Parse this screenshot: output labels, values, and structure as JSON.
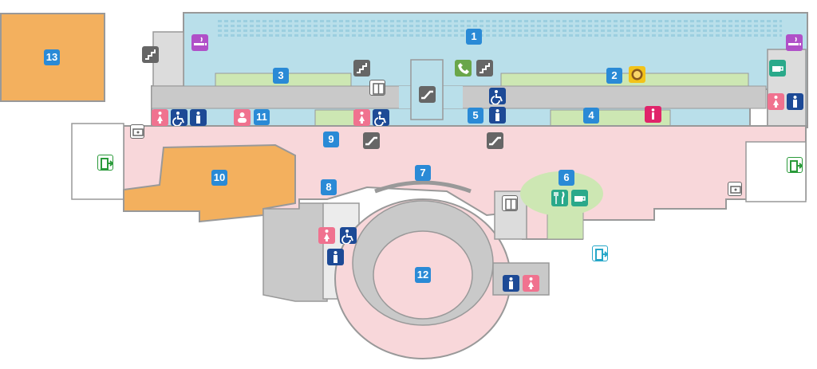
{
  "colors": {
    "lobby_blue": "#b9dfea",
    "concourse_pink": "#f8d7da",
    "service_grey": "#c9c9c9",
    "zone_green": "#cde7b3",
    "room_orange": "#f3b05e",
    "marker_blue": "#2a8ad6",
    "outline": "#999999"
  },
  "areas": [
    {
      "id": "area-1",
      "number": "1"
    },
    {
      "id": "area-2",
      "number": "2"
    },
    {
      "id": "area-3",
      "number": "3"
    },
    {
      "id": "area-4",
      "number": "4"
    },
    {
      "id": "area-5",
      "number": "5"
    },
    {
      "id": "area-6",
      "number": "6"
    },
    {
      "id": "area-7",
      "number": "7"
    },
    {
      "id": "area-8",
      "number": "8"
    },
    {
      "id": "area-9",
      "number": "9"
    },
    {
      "id": "area-10",
      "number": "10"
    },
    {
      "id": "area-11",
      "number": "11"
    },
    {
      "id": "area-12",
      "number": "12"
    },
    {
      "id": "area-13",
      "number": "13"
    }
  ],
  "legend_icons": [
    "womens-restroom-icon",
    "mens-restroom-icon",
    "accessible-restroom-icon",
    "stairs-icon",
    "escalator-icon",
    "elevator-icon",
    "smoking-area-icon",
    "telephone-icon",
    "information-icon",
    "cafe-icon",
    "restaurant-icon",
    "emergency-exit-icon",
    "coin-locker-icon",
    "nursing-room-icon",
    "mascot-icon"
  ]
}
